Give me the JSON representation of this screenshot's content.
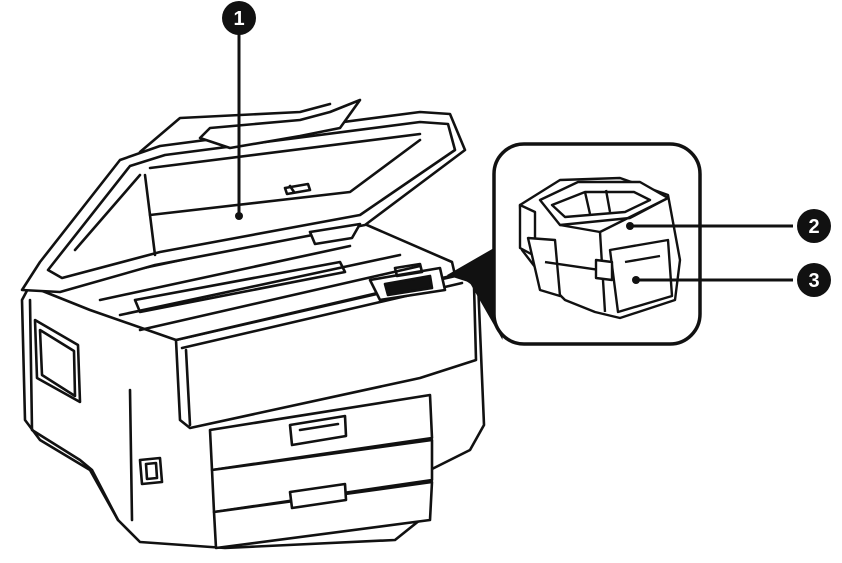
{
  "figure": {
    "subject": "printer-with-scanner-unit-open",
    "inset_subject": "print-head-and-ink-cartridge",
    "colors": {
      "line": "#111111",
      "fill": "#ffffff",
      "badge": "#111111",
      "badge_text": "#ffffff"
    }
  },
  "callouts": [
    {
      "number": "1"
    },
    {
      "number": "2"
    },
    {
      "number": "3"
    }
  ]
}
